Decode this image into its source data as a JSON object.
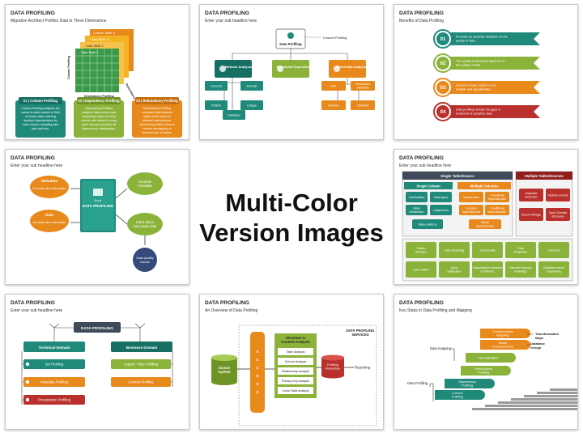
{
  "colors": {
    "teal": "#1f8a7a",
    "dark_teal": "#176f63",
    "green": "#8bb33a",
    "orange": "#e8891c",
    "yellow": "#f5b324",
    "red": "#b9302c",
    "dark_red": "#8e1f1c",
    "gray": "#7f7f7f",
    "dark_gray": "#3f3f3f"
  },
  "heading": {
    "line1": "Multi-Color",
    "line2": "Version Images"
  },
  "slides": [
    {
      "title": "DATA PROFILING",
      "subtitle": "Migration Architect Profiles Data in Three Dimensions",
      "tables": [
        "Custom Table 'n'",
        "Data Table 3",
        "Data Table 2",
        "Data Table 1"
      ],
      "axes": {
        "column": "Column Profiling",
        "dependency": "Dependency Profiling",
        "redundancy": "Redundancy Profiling"
      },
      "cards": [
        {
          "head": "01 | Column Profiling",
          "lines": [
            "Column Profiling analyzes the",
            "values in each column or field",
            "of source data, inferring",
            "detailed characteristics for",
            "each column, including data",
            "type and size."
          ]
        },
        {
          "head": "02 | Dependency Profiling",
          "lines": [
            "Dependency Profiling",
            "analyzes data across rows",
            "comparing values in every",
            "column with values in every",
            "other column and infers all",
            "dependency relationships."
          ]
        },
        {
          "head": "03 | Redundancy Profiling",
          "lines": [
            "Redundancy Profiling",
            "compares data between",
            "tables of the same or",
            "different data sources,",
            "determining which columns",
            "contain overlapping or",
            "identical sets of values."
          ]
        }
      ]
    },
    {
      "title": "DATA PROFILING",
      "subtitle": "Enter your sub headline here",
      "root": "Data Profiling",
      "custom": "Custom Profiling",
      "branches": [
        {
          "label": "Attribute Analysis",
          "items": [
            "General",
            "Domain",
            "Pattern",
            "Unique",
            "Datatype"
          ]
        },
        {
          "label": "Functional Dependency",
          "items": []
        },
        {
          "label": "Referential Analysis",
          "items": [
            "Infer",
            "Redundant attributes",
            "Orphans",
            "Childless"
          ]
        }
      ]
    },
    {
      "title": "DATA PROFILING",
      "subtitle": "Benefits of Data Profiling",
      "benefits": [
        {
          "num": "01",
          "lines": [
            "Provides an accurate feedback on the",
            "quality of data."
          ]
        },
        {
          "num": "02",
          "lines": [
            "The quality of decisions depends on",
            "the quality of data."
          ]
        },
        {
          "num": "03",
          "lines": [
            "Uncover issues, leads to new",
            "insights and opportunities."
          ]
        },
        {
          "num": "04",
          "lines": [
            "Data profiling reveals the gaps in",
            "treatment of sensitive data."
          ]
        }
      ]
    },
    {
      "title": "DATA PROFILING",
      "subtitle": "Enter your sub headline here",
      "left": [
        {
          "head": "Metadata",
          "sub": "Accurate and Inaccurate"
        },
        {
          "head": "Data",
          "sub": "Accurate and Inaccurate"
        }
      ],
      "book": {
        "top": "Book",
        "label": "DATA PROFILING"
      },
      "right": [
        {
          "lines": [
            "Accurate",
            "metadata"
          ]
        },
        {
          "lines": [
            "Facts about",
            "inaccurate data"
          ]
        }
      ],
      "bottom": {
        "lines": [
          "Data quality",
          "issues"
        ]
      }
    },
    {
      "title": "DATA PROFILING",
      "subtitle": "Enter your sub headline here",
      "single_table": "Single Table/Source",
      "multi_table": "Multiple Tables/Sources",
      "single_column": "Single Column",
      "multiple_columns": "Multiple Columns",
      "sc_items": [
        "Cardinalities",
        "Data types",
        "Value Distribution",
        "Uniqueness",
        "Value patterns"
      ],
      "mc_items": [
        "Uniqueness",
        "Functional dependencies",
        "Inclusion dependencies",
        "Conditional dependencies",
        "Partial dependencies"
      ],
      "mt_items": [
        "Duplicate Detection",
        "Orphan records",
        "Record linkage",
        "Topic/ Domain discovery"
      ],
      "bottom_items": [
        "Outlier detection",
        "Data cleansing",
        "Data quality",
        "Data integration",
        "Indexing",
        "Data creation",
        "Query optimization",
        "Categorization/ relevance of attributes",
        "Discover business knowledge",
        "Database reverse engineering"
      ]
    },
    {
      "title": "DATA PROFILING",
      "subtitle": "Enter your sub headline here",
      "root": "DATA PROFILING",
      "left_head": "Technical Domain",
      "left_items": [
        "Set Profiling",
        "Metadata Profiling",
        "Presentation Profiling"
      ],
      "right_head": "Business Domain",
      "right_items": [
        "Logical - Rule Profiling",
        "Content Profiling"
      ]
    },
    {
      "title": "DATA PROFILING",
      "subtitle": "An Overview of Data Profiling",
      "services": [
        "DATA PROFILING",
        "SERVICES"
      ],
      "source": [
        "Source",
        "System"
      ],
      "access": "ACCESS",
      "analysis_head": [
        "Structure &",
        "Content Analysis"
      ],
      "analysis_items": [
        "Table Analysis",
        "Column Analysis",
        "Relationship Analysis",
        "Primary Key Analysis",
        "Cross Table Analysis"
      ],
      "repository": [
        "Profiling",
        "Repository"
      ],
      "reporting": "Reporting"
    },
    {
      "title": "DATA PROFILING",
      "subtitle": "Key Steps in Data Profiling and Mapping",
      "steps": [
        {
          "lines": [
            "Column",
            "Profiling"
          ]
        },
        {
          "lines": [
            "Dependency",
            "Profiling"
          ]
        },
        {
          "lines": [
            "Redundancy",
            "Profiling"
          ]
        },
        {
          "lines": [
            "Normalization"
          ]
        },
        {
          "lines": [
            "Model",
            "Enhancements"
          ]
        },
        {
          "lines": [
            "Transformation",
            "Mapping"
          ]
        }
      ],
      "labels": {
        "data_profiling": "Data Profiling",
        "data_mapping": "Data mapping",
        "database_design": [
          "Database",
          "Design"
        ],
        "transformation_maps": [
          "Transformation",
          "Maps"
        ]
      }
    }
  ]
}
